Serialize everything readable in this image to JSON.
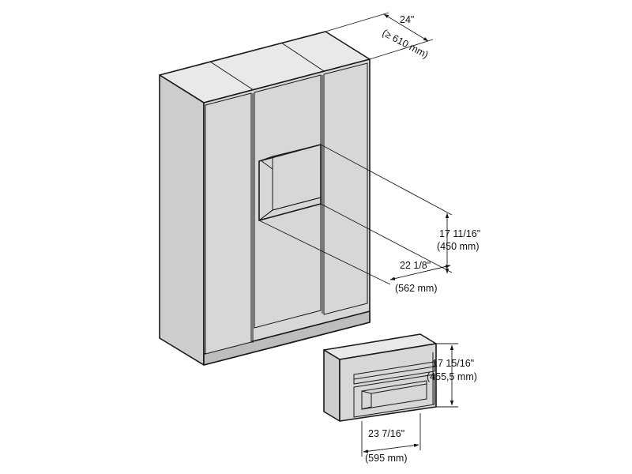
{
  "dimensions": {
    "cabinet_depth": {
      "imperial": "24\"",
      "metric": "(≥ 610 mm)"
    },
    "niche_height": {
      "imperial": "17 11/16\"",
      "metric": "(450 mm)"
    },
    "niche_width": {
      "imperial": "22 1/8\"",
      "metric": "(562 mm)"
    },
    "appliance_height": {
      "imperial": "17 15/16\"",
      "metric": "(455,5 mm)"
    },
    "appliance_width": {
      "imperial": "23 7/16\"",
      "metric": "(595 mm)"
    }
  }
}
